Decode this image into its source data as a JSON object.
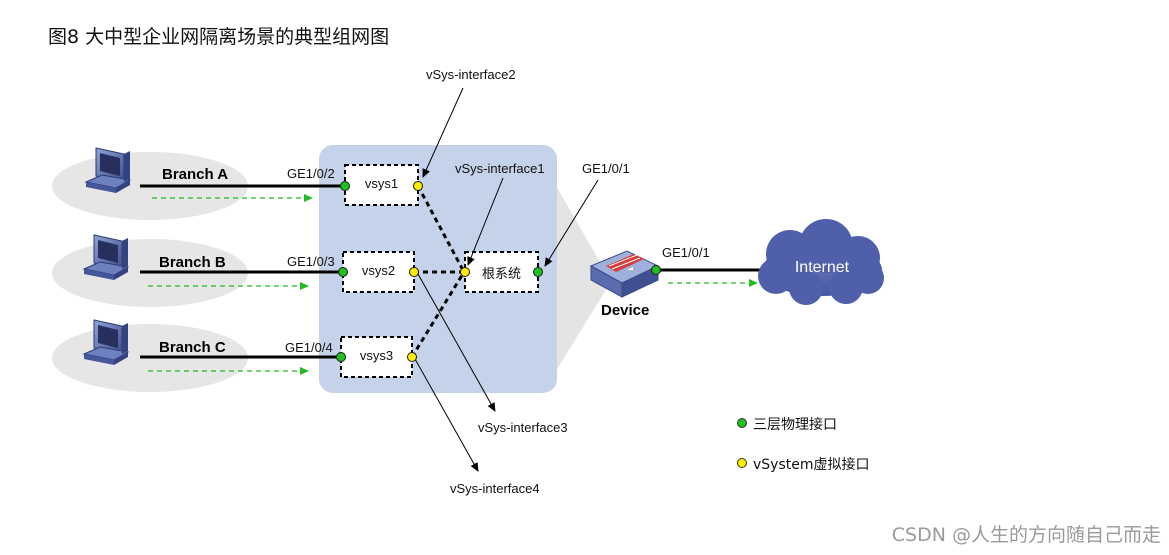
{
  "title": "图8  大中型企业网隔离场景的典型组网图",
  "branches": [
    {
      "name": "Branch A",
      "port": "GE1/0/2",
      "vsys": "vsys1"
    },
    {
      "name": "Branch B",
      "port": "GE1/0/3",
      "vsys": "vsys2"
    },
    {
      "name": "Branch C",
      "port": "GE1/0/4",
      "vsys": "vsys3"
    }
  ],
  "root_system": "根系统",
  "interfaces": {
    "vsys_if1": "vSys-interface1",
    "vsys_if2": "vSys-interface2",
    "vsys_if3": "vSys-interface3",
    "vsys_if4": "vSys-interface4",
    "uplink_callout": "GE1/0/1",
    "device_uplink": "GE1/0/1"
  },
  "device": {
    "label": "Device"
  },
  "internet": {
    "label": "Internet"
  },
  "legend": [
    {
      "label": "三层物理接口",
      "color": "#1fbf1f"
    },
    {
      "label": "vSystem虚拟接口",
      "color": "#ffee00"
    }
  ],
  "colors": {
    "physical_port": "#1fbf1f",
    "virtual_port": "#ffee00",
    "container": "#c5d3ea",
    "cloud": "#4e5fa8",
    "flow_arrow": "#22bb22"
  },
  "watermark": "CSDN @人生的方向随自己而走"
}
